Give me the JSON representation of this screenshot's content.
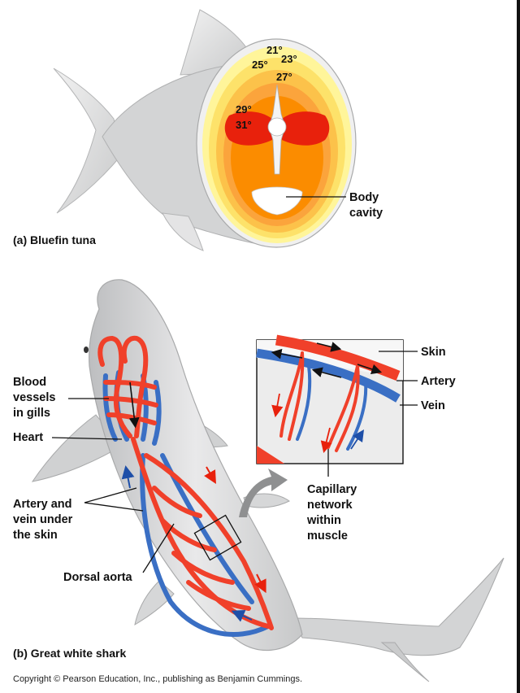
{
  "panel_a": {
    "caption": "(a) Bluefin tuna",
    "temps": [
      "21°",
      "23°",
      "25°",
      "27°",
      "29°",
      "31°"
    ],
    "body_cavity_label": [
      "Body",
      "cavity"
    ]
  },
  "panel_b": {
    "caption": "(b) Great white shark",
    "blood_vessels_label": [
      "Blood",
      "vessels",
      "in gills"
    ],
    "heart_label": "Heart",
    "artery_vein_label": [
      "Artery and",
      "vein under",
      "the skin"
    ],
    "dorsal_aorta_label": "Dorsal aorta",
    "inset": {
      "skin_label": "Skin",
      "artery_label": "Artery",
      "vein_label": "Vein",
      "capillary_label": [
        "Capillary",
        "network",
        "within",
        "muscle"
      ]
    }
  },
  "copyright": "Copyright © Pearson Education, Inc., publishing as Benjamin Cummings.",
  "colors": {
    "artery": "#f0402a",
    "vein": "#3a6fc4",
    "hot": "#e8210c",
    "warm": "#fb8c00",
    "cool": "#fff59a",
    "fish_gray": "#d4d5d6"
  }
}
